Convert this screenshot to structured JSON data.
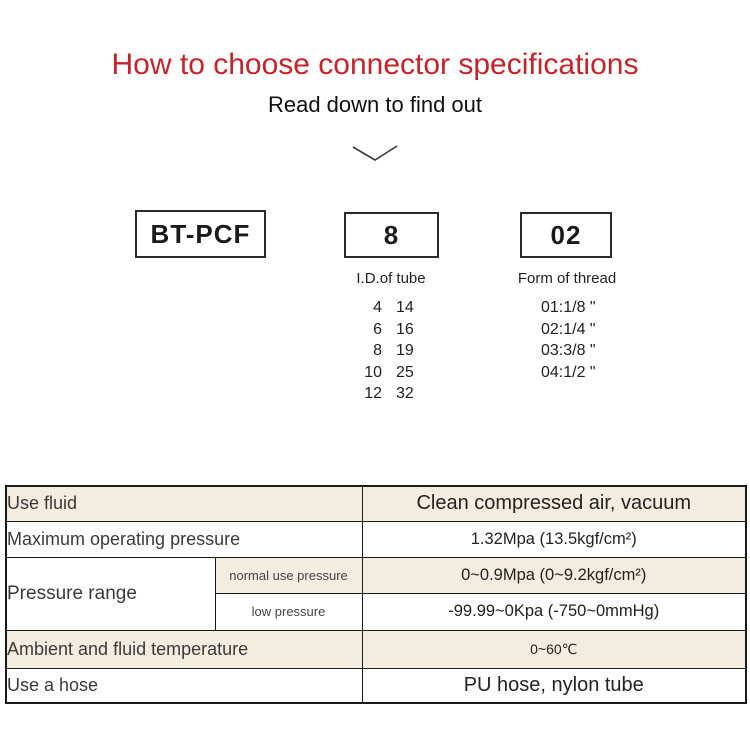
{
  "header": {
    "title": "How to choose connector specifications",
    "subtitle": "Read down to find out"
  },
  "builder": {
    "model_box": "BT-PCF",
    "id_box": "8",
    "thread_box": "02",
    "id_caption": "I.D.of tube",
    "thread_caption": "Form of thread",
    "tube_sizes": [
      [
        "4",
        "14"
      ],
      [
        "6",
        "16"
      ],
      [
        "8",
        "19"
      ],
      [
        "10",
        "25"
      ],
      [
        "12",
        "32"
      ]
    ],
    "thread_forms": [
      "01:1/8 \"",
      "02:1/4 \"",
      "03:3/8 \"",
      "04:1/2 \""
    ]
  },
  "spec_table": {
    "rows": [
      {
        "label": "Use fluid",
        "value": "Clean compressed air, vacuum"
      },
      {
        "label": "Maximum operating pressure",
        "value": "1.32Mpa (13.5kgf/cm²)"
      },
      {
        "label": "Pressure range",
        "sub": "normal use pressure",
        "value": "0~0.9Mpa (0~9.2kgf/cm²)"
      },
      {
        "sub": "low pressure",
        "value": "-99.99~0Kpa (-750~0mmHg)"
      },
      {
        "label": "Ambient and fluid temperature",
        "value": "0~60℃"
      },
      {
        "label": "Use a hose",
        "value": "PU hose, nylon tube"
      }
    ]
  },
  "colors": {
    "accent_red": "#c5232a",
    "row_beige": "#f4ecdf",
    "table_border": "#1a1a1a"
  },
  "icons": {
    "chevron_down": "chevron-down"
  }
}
